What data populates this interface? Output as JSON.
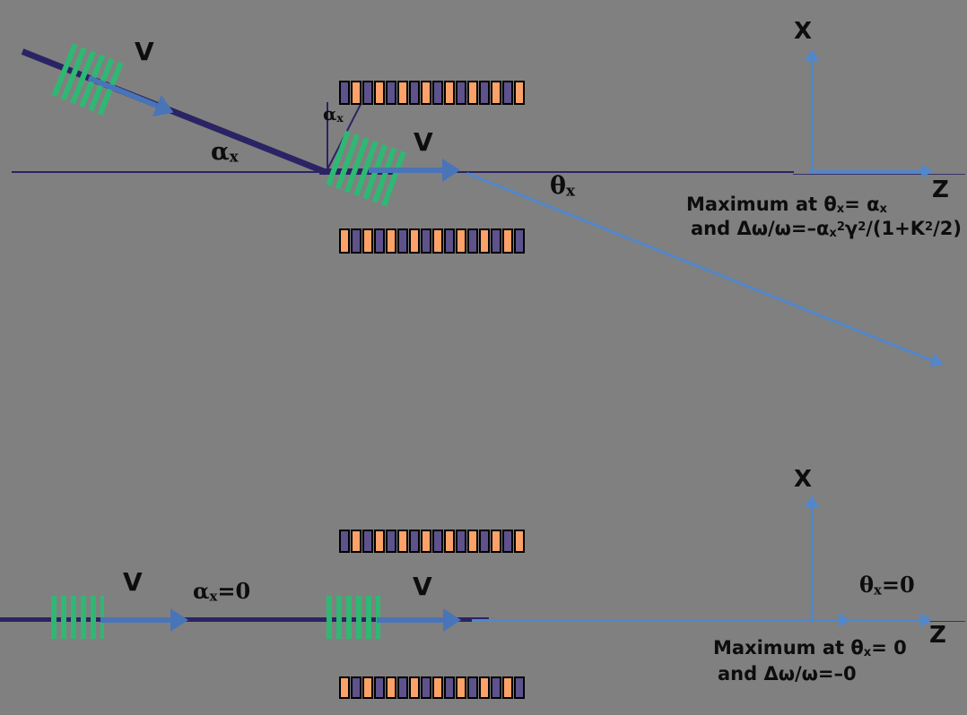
{
  "colors": {
    "background": "#808080",
    "navy": "#2a2464",
    "arrow_blue": "#4a74b8",
    "axis_blue": "#5187cb",
    "green": "#2eb873",
    "text_black": "#0d0d0d",
    "cell_border": "#000000"
  },
  "undulator": {
    "cells_per_row": 16,
    "cell_colors": {
      "purple": "#5d528b",
      "orange": "#fca168"
    },
    "rows": [
      {
        "id": "top-diagram-upper-row",
        "start": "purple"
      },
      {
        "id": "top-diagram-lower-row",
        "start": "orange"
      },
      {
        "id": "bottom-diagram-upper-row",
        "start": "purple"
      },
      {
        "id": "bottom-diagram-lower-row",
        "start": "orange"
      }
    ]
  },
  "top_diagram": {
    "incoming_velocity_label": "V",
    "undulator_velocity_label": "V",
    "incidence_angle_label": "α~x~",
    "undulator_tilt_angle_label": "α~x~",
    "observation_angle_label": "θ~x~",
    "x_axis_label": "X",
    "z_axis_label": "Z",
    "caption_line1": "Maximum at θ~x~= α~x~",
    "caption_line2": "and Δω/ω=–α~x~^2^γ^2^/(1+K^2^/2)"
  },
  "bottom_diagram": {
    "left_velocity_label": "V",
    "undulator_velocity_label": "V",
    "incidence_angle_label": "α~x~=0",
    "observation_angle_label": "θ~x~=0",
    "x_axis_label": "X",
    "z_axis_label": "Z",
    "caption_line1": "Maximum at θ~x~= 0",
    "caption_line2": "and Δω/ω=–0"
  }
}
